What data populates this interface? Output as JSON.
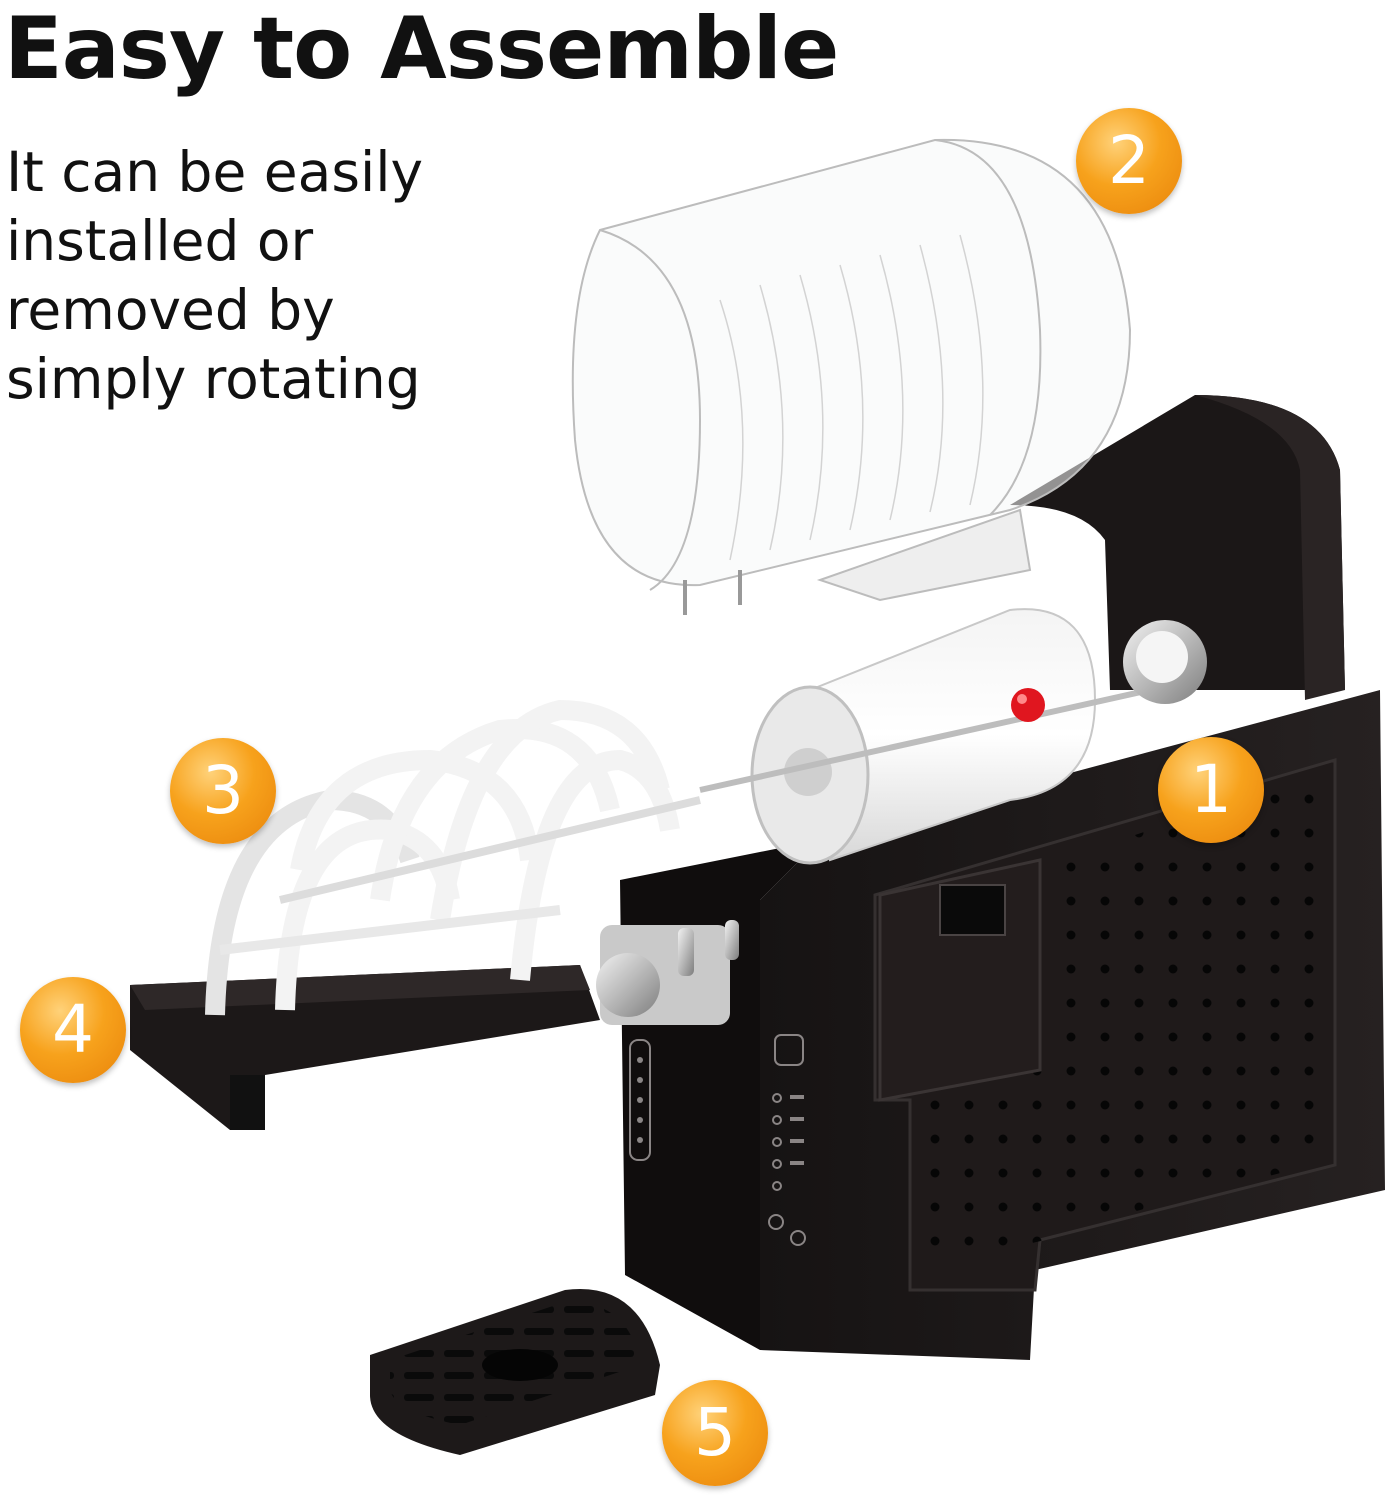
{
  "header": {
    "title": "Easy to Assemble",
    "subtitle": "It can be easily installed or removed by simply rotating"
  },
  "callouts": [
    {
      "number": "1",
      "part": "auger-shaft"
    },
    {
      "number": "2",
      "part": "clear-bowl"
    },
    {
      "number": "3",
      "part": "spiral-auger"
    },
    {
      "number": "4",
      "part": "drip-channel"
    },
    {
      "number": "5",
      "part": "drip-tray"
    }
  ],
  "colors": {
    "badge_orange": "#f7a21c",
    "machine_body": "#1e1a1a",
    "text": "#111111"
  }
}
